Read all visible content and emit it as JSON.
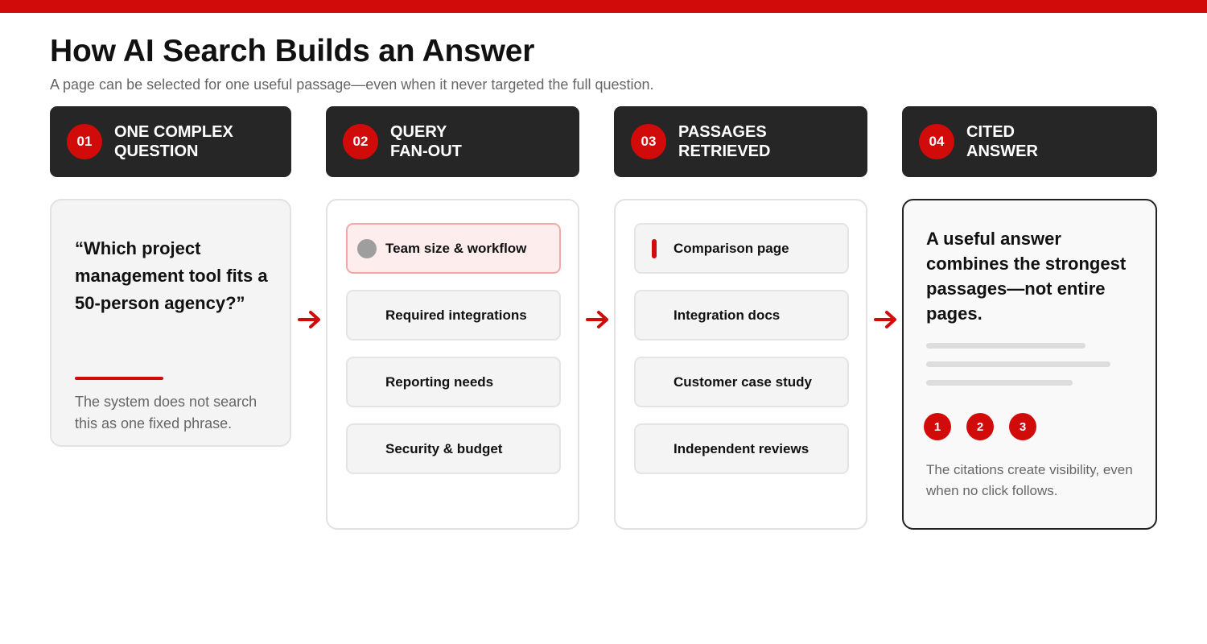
{
  "header": {
    "title": "How AI Search Builds an Answer",
    "subtitle": "A page can be selected for one useful passage—even when it never targeted the full question."
  },
  "steps": [
    {
      "number": "01",
      "label_line1": "ONE COMPLEX",
      "label_line2": "QUESTION"
    },
    {
      "number": "02",
      "label_line1": "QUERY",
      "label_line2": "FAN-OUT"
    },
    {
      "number": "03",
      "label_line1": "PASSAGES",
      "label_line2": "RETRIEVED"
    },
    {
      "number": "04",
      "label_line1": "CITED",
      "label_line2": "ANSWER"
    }
  ],
  "question_card": {
    "question": "“Which project management tool fits a 50-person agency?”",
    "note": "The system does not search this as one fixed phrase."
  },
  "fanout_card": {
    "queries": [
      "Team size & workflow",
      "Required integrations",
      "Reporting needs",
      "Security & budget"
    ]
  },
  "passages_card": {
    "passages": [
      "Comparison page",
      "Integration docs",
      "Customer case study",
      "Independent reviews"
    ]
  },
  "answer_card": {
    "answer": "A useful answer combines the strongest passages—not entire pages.",
    "citations": [
      "1",
      "2",
      "3"
    ],
    "note": "The citations create visibility, even when no click follows."
  },
  "colors": {
    "accent": "#d10a0a",
    "header_bg": "#262626",
    "card_bg": "#f4f4f4",
    "active_bg": "#fdeeed"
  },
  "icons": {
    "arrow": "arrow-right-icon"
  }
}
